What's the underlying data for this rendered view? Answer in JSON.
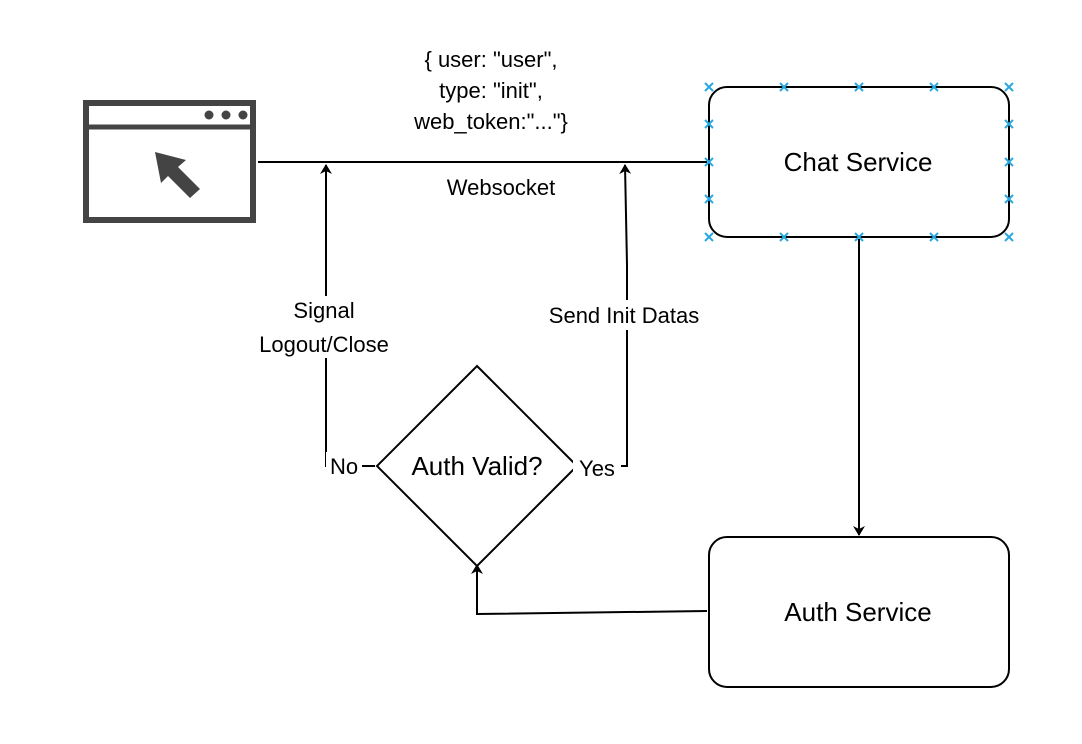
{
  "diagram": {
    "browser_icon": "browser-window-cursor-icon",
    "nodes": {
      "chat_service": "Chat Service",
      "auth_service": "Auth Service",
      "decision": "Auth Valid?"
    },
    "edge_labels": {
      "payload_line1": "{ user: \"user\",",
      "payload_line2": "type: \"init\",",
      "payload_line3": "web_token:\"...\"}",
      "websocket": "Websocket",
      "signal_line1": "Signal",
      "signal_line2": "Logout/Close",
      "send_init": "Send Init Datas",
      "no": "No",
      "yes": "Yes"
    },
    "colors": {
      "stroke": "#000000",
      "icon": "#444444",
      "selection_handle": "#29a8e0"
    }
  }
}
